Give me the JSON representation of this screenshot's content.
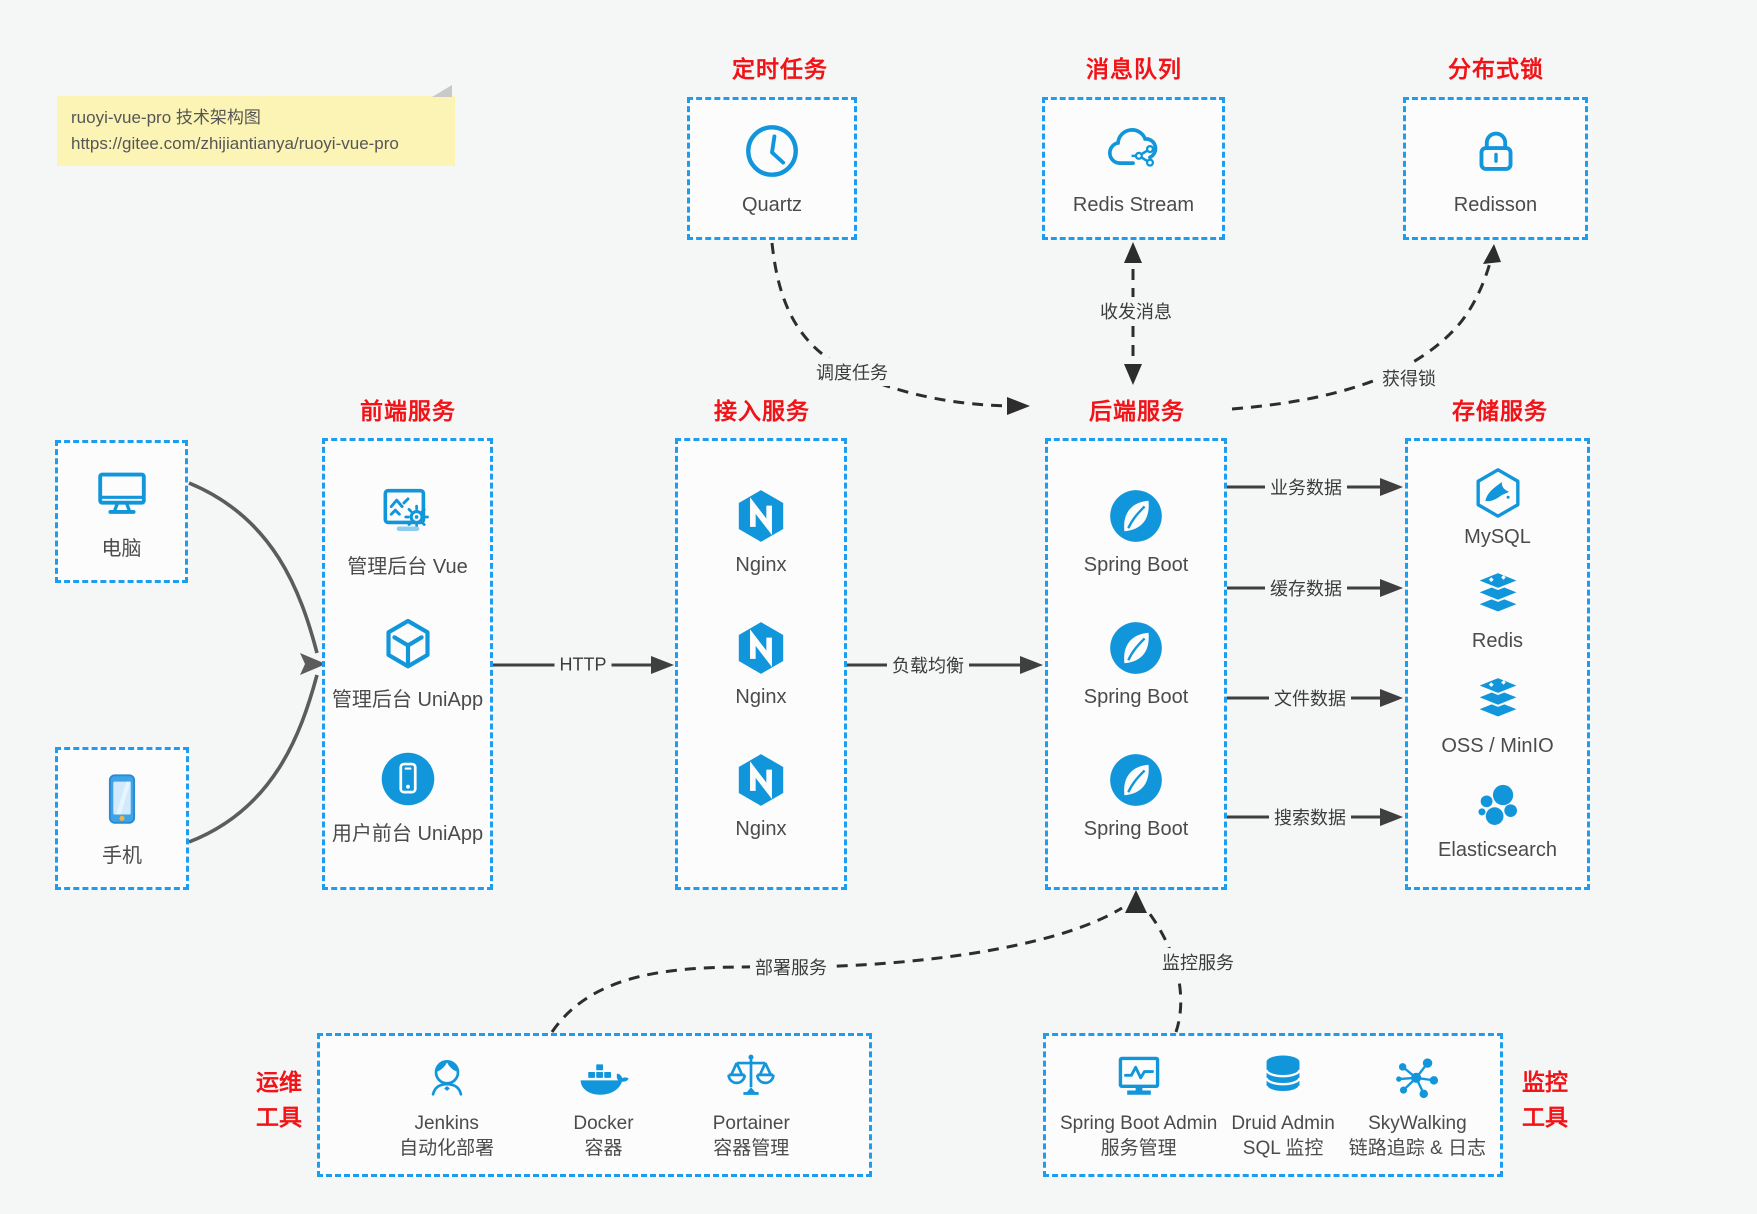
{
  "note": {
    "line1": "ruoyi-vue-pro 技术架构图",
    "line2": "https://gitee.com/zhijiantianya/ruoyi-vue-pro"
  },
  "colors": {
    "icon_blue": "#1296db",
    "border_blue": "#1d9df0",
    "title_red": "#f01419",
    "background": "#f5f6f6",
    "note_yellow": "#fbf4b4"
  },
  "top_services": {
    "scheduled": {
      "title": "定时任务",
      "item": "Quartz",
      "icon": "clock-icon"
    },
    "message_queue": {
      "title": "消息队列",
      "item": "Redis Stream",
      "icon": "cloud-stream-icon"
    },
    "distributed_lock": {
      "title": "分布式锁",
      "item": "Redisson",
      "icon": "lock-icon"
    }
  },
  "clients": {
    "pc": {
      "label": "电脑",
      "icon": "desktop-icon"
    },
    "mobile": {
      "label": "手机",
      "icon": "smartphone-icon"
    }
  },
  "columns": {
    "frontend": {
      "title": "前端服务",
      "items": [
        {
          "label": "管理后台 Vue",
          "icon": "admin-vue-icon"
        },
        {
          "label": "管理后台 UniApp",
          "icon": "uniapp-cube-icon"
        },
        {
          "label": "用户前台 UniApp",
          "icon": "user-uniapp-icon"
        }
      ]
    },
    "access": {
      "title": "接入服务",
      "items": [
        {
          "label": "Nginx",
          "icon": "nginx-icon"
        },
        {
          "label": "Nginx",
          "icon": "nginx-icon"
        },
        {
          "label": "Nginx",
          "icon": "nginx-icon"
        }
      ]
    },
    "backend": {
      "title": "后端服务",
      "items": [
        {
          "label": "Spring Boot",
          "icon": "spring-boot-icon"
        },
        {
          "label": "Spring Boot",
          "icon": "spring-boot-icon"
        },
        {
          "label": "Spring Boot",
          "icon": "spring-boot-icon"
        }
      ]
    },
    "storage": {
      "title": "存储服务",
      "items": [
        {
          "label": "MySQL",
          "icon": "mysql-icon"
        },
        {
          "label": "Redis",
          "icon": "redis-icon"
        },
        {
          "label": "OSS / MinIO",
          "icon": "oss-minio-icon"
        },
        {
          "label": "Elasticsearch",
          "icon": "elasticsearch-icon"
        }
      ]
    }
  },
  "edges": {
    "http": "HTTP",
    "load_balance": "负载均衡",
    "business_data": "业务数据",
    "cache_data": "缓存数据",
    "file_data": "文件数据",
    "search_data": "搜索数据",
    "send_receive_message": "收发消息",
    "schedule_task": "调度任务",
    "acquire_lock": "获得锁",
    "deploy_service": "部署服务",
    "monitor_service": "监控服务"
  },
  "ops": {
    "label_line1": "运维",
    "label_line2": "工具",
    "items": [
      {
        "name": "Jenkins",
        "desc": "自动化部署",
        "icon": "jenkins-icon"
      },
      {
        "name": "Docker",
        "desc": "容器",
        "icon": "docker-icon"
      },
      {
        "name": "Portainer",
        "desc": "容器管理",
        "icon": "portainer-icon"
      }
    ]
  },
  "monitoring": {
    "label_line1": "监控",
    "label_line2": "工具",
    "items": [
      {
        "name": "Spring Boot Admin",
        "desc": "服务管理",
        "icon": "spring-boot-admin-icon"
      },
      {
        "name": "Druid Admin",
        "desc": "SQL 监控",
        "icon": "druid-db-icon"
      },
      {
        "name": "SkyWalking",
        "desc": "链路追踪 & 日志",
        "icon": "skywalking-icon"
      }
    ]
  }
}
